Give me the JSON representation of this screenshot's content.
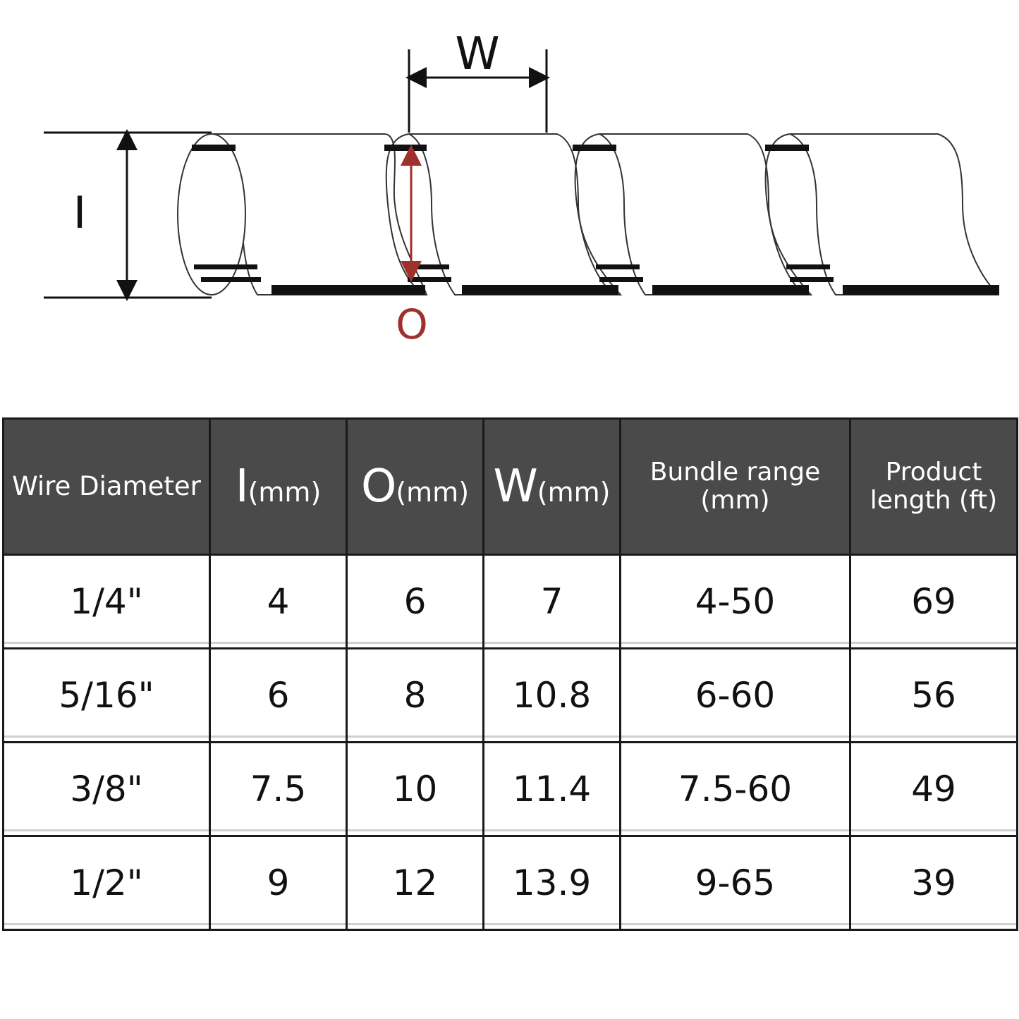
{
  "diagram": {
    "label_w": "W",
    "label_i": "I",
    "label_o": "O",
    "colors": {
      "line": "#111111",
      "accent": "#a0302c"
    }
  },
  "table": {
    "headers": [
      {
        "letter": "",
        "text": "Wire Diameter"
      },
      {
        "letter": "I",
        "text": "(mm)"
      },
      {
        "letter": "O",
        "text": "(mm)"
      },
      {
        "letter": "W",
        "text": "(mm)"
      },
      {
        "letter": "",
        "text": "Bundle range",
        "text2": "(mm)"
      },
      {
        "letter": "",
        "text": "Product",
        "text2": "length (ft)"
      }
    ],
    "rows": [
      [
        "1/4\"",
        "4",
        "6",
        "7",
        "4-50",
        "69"
      ],
      [
        "5/16\"",
        "6",
        "8",
        "10.8",
        "6-60",
        "56"
      ],
      [
        "3/8\"",
        "7.5",
        "10",
        "11.4",
        "7.5-60",
        "49"
      ],
      [
        "1/2\"",
        "9",
        "12",
        "13.9",
        "9-65",
        "39"
      ]
    ],
    "colors": {
      "header_bg": "#4a4a4a",
      "header_text": "#ffffff",
      "border": "#1a1a1a"
    }
  }
}
